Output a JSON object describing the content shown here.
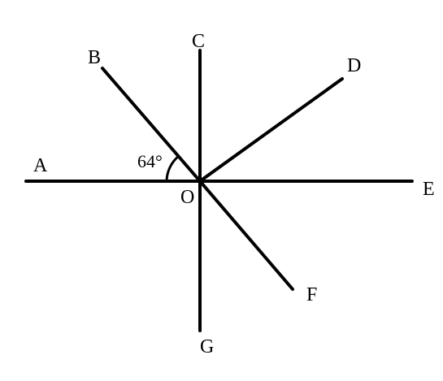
{
  "diagram": {
    "center": "O",
    "points": {
      "A": "A",
      "B": "B",
      "C": "C",
      "D": "D",
      "E": "E",
      "F": "F",
      "G": "G",
      "O": "O"
    },
    "rays": [
      {
        "from": "O",
        "to": "A"
      },
      {
        "from": "O",
        "to": "B"
      },
      {
        "from": "O",
        "to": "C"
      },
      {
        "from": "O",
        "to": "D"
      },
      {
        "from": "O",
        "to": "E"
      },
      {
        "from": "O",
        "to": "F"
      },
      {
        "from": "O",
        "to": "G"
      }
    ],
    "angle": {
      "between": [
        "A",
        "B"
      ],
      "label": "64°"
    },
    "colors": {
      "line": "#000000",
      "background": "#ffffff"
    }
  }
}
